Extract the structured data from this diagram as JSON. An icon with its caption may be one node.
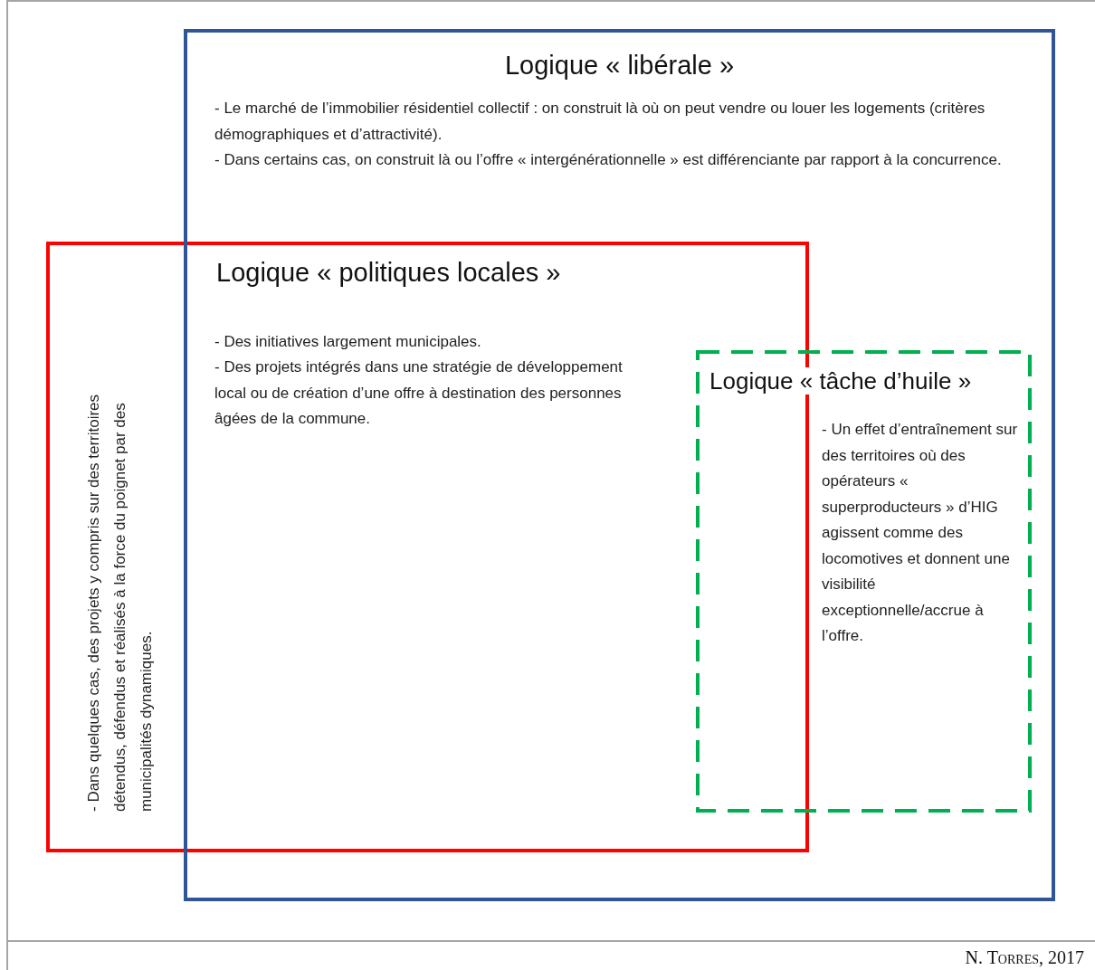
{
  "diagram": {
    "nodes": [
      {
        "text": [
          "Logique « libérale »",
          "- Le marché de l’immobilier résidentiel collectif : on construit là où on peut vendre ou louer les logements (critères démographiques et d’attractivité).",
          "- Dans certains cas, on construit là ou l’offre « intergénérationnelle » est différenciante par rapport à la concurrence."
        ]
      },
      {
        "text": [
          "Logique « politiques locales »",
          "- Des initiatives largement municipales.",
          "- Des projets intégrés dans une stratégie de développement local ou de création d’une offre à destination des personnes âgées de la commune.",
          "- Dans quelques cas, des projets y compris sur des territoires détendus, défendus et réalisés à la force du poignet par des municipalités dynamiques."
        ]
      },
      {
        "in": 0,
        "text": [
          "Logique « tâche d’huile »",
          "- Un effet d’entraînement sur des territoires où des opérateurs « superproducteurs » d’HIG agissent comme des locomotives et donnent une visibilité exceptionnelle/accrue à l’offre."
        ]
      }
    ],
    "labels": [
      "N. Torres, 2017"
    ]
  }
}
